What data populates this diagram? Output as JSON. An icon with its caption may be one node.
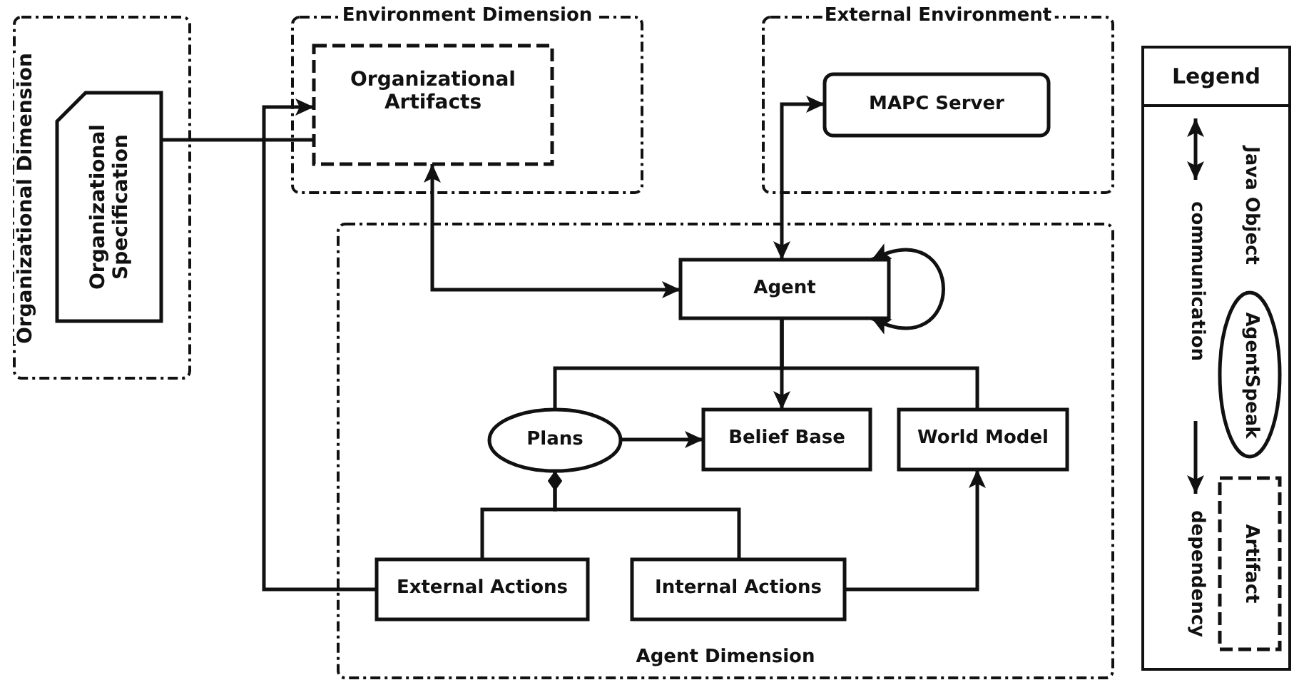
{
  "diagram": {
    "nodes": [
      {
        "text": [
          "Organizational Dimension"
        ]
      },
      {
        "text": [
          "Organizational Specification"
        ],
        "in": 0
      },
      {
        "text": [
          "Environment Dimension"
        ]
      },
      {
        "text": [
          "Organizational Artifacts"
        ],
        "in": 2
      },
      {
        "text": [
          "External Environment"
        ]
      },
      {
        "text": [
          "MAPC Server"
        ],
        "in": 4
      },
      {
        "text": [
          "Agent Dimension"
        ]
      },
      {
        "text": [
          "Agent"
        ],
        "in": 6
      },
      {
        "text": [
          "Plans"
        ],
        "in": 6
      },
      {
        "text": [
          "Belief Base"
        ],
        "in": 6
      },
      {
        "text": [
          "World Model"
        ],
        "in": 6
      },
      {
        "text": [
          "External Actions"
        ],
        "in": 6
      },
      {
        "text": [
          "Internal Actions"
        ],
        "in": 6
      }
    ],
    "edges": [
      {
        "from": 1,
        "to": 3,
        "arrow": "none"
      },
      {
        "from": 11,
        "to": 3,
        "arrow": "to"
      },
      {
        "from": 7,
        "to": 3,
        "arrow": "both"
      },
      {
        "from": 7,
        "to": 5,
        "arrow": "both"
      },
      {
        "from": 7,
        "to": 7,
        "arrow": "both"
      },
      {
        "from": 7,
        "to": 9,
        "arrow": "to"
      },
      {
        "from": 7,
        "to": 8,
        "arrow": "none"
      },
      {
        "from": 7,
        "to": 10,
        "arrow": "none"
      },
      {
        "from": 8,
        "to": 9,
        "arrow": "to"
      },
      {
        "from": 11,
        "to": 8,
        "arrow": "other"
      },
      {
        "from": 12,
        "to": 8,
        "arrow": "other"
      },
      {
        "from": 12,
        "to": 10,
        "arrow": "to"
      }
    ],
    "labels": [
      "Legend"
    ],
    "legend": [
      {
        "text": "communication"
      },
      {
        "text": "dependency"
      },
      {
        "text": "Java Object"
      },
      {
        "text": "AgentSpeak"
      },
      {
        "text": "Artifact"
      }
    ]
  }
}
